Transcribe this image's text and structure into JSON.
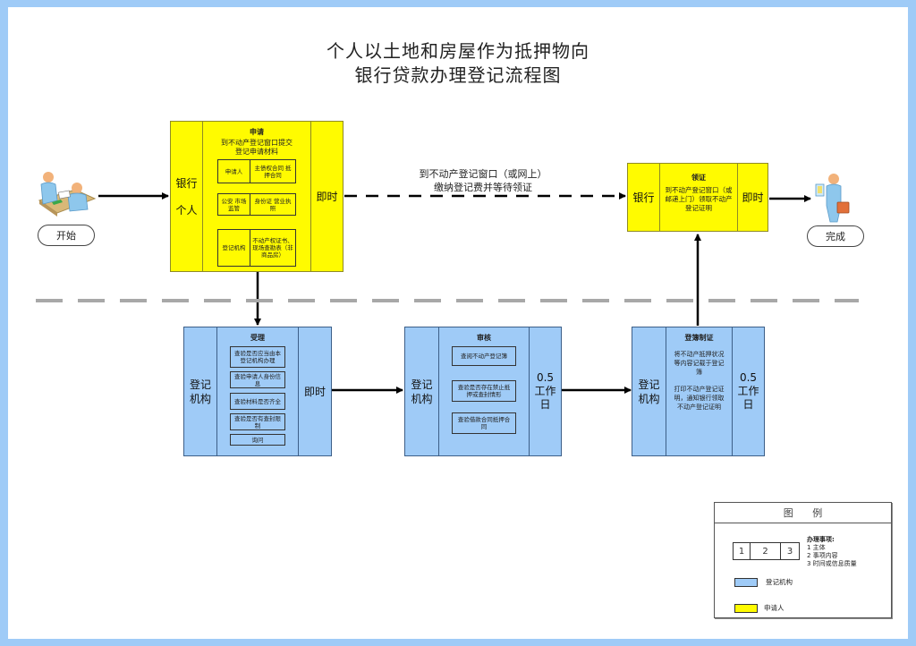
{
  "title": {
    "line1": "个人以土地和房屋作为抵押物向",
    "line2": "银行贷款办理登记流程图"
  },
  "start": {
    "label": "开始",
    "icon": "people-meeting-icon"
  },
  "end": {
    "label": "完成",
    "icon": "person-with-briefcase-icon"
  },
  "stages": {
    "apply": {
      "subject_line1": "银行",
      "subject_line2": "个人",
      "title": "申请",
      "desc_line1": "到不动产登记窗口提交",
      "desc_line2": "登记申请材料",
      "time": "即时",
      "materials": [
        {
          "source": "申请人",
          "items": "主债权合同 抵押合同"
        },
        {
          "source": "公安 市场监管",
          "items": "身份证 营业执照"
        },
        {
          "source": "登记机构",
          "items": "不动产权证书、现场查勘表（非商品房）"
        }
      ]
    },
    "accept": {
      "subject": "登记机构",
      "title": "受理",
      "time": "即时",
      "items": [
        "查验是否应当由本登记机构办理",
        "查验申请人身份信息",
        "查验材料是否齐全",
        "查验是否有查封限制",
        "询问"
      ]
    },
    "review": {
      "subject": "登记机构",
      "title": "审核",
      "time": "0.5工作日",
      "items": [
        "查阅不动产登记簿",
        "查验是否存在禁止抵押或查封情形",
        "查验借款合同抵押合同"
      ]
    },
    "record": {
      "subject": "登记机构",
      "title": "登簿制证",
      "time": "0.5工作日",
      "para1": "将不动产抵押状况等内容记载于登记簿",
      "para2": "打印不动产登记证明，通知银行领取不动产登记证明"
    },
    "collect": {
      "subject": "银行",
      "title": "领证",
      "desc": "到不动产登记窗口（或邮递上门）领取不动产登记证明",
      "time": "即时"
    }
  },
  "connectors": {
    "dashed_label_line1": "到不动产登记窗口（或网上）",
    "dashed_label_line2": "缴纳登记费并等待领证"
  },
  "legend": {
    "title": "图 例",
    "cells": [
      "1",
      "2",
      "3"
    ],
    "notes_title": "办理事项:",
    "notes": [
      "1 主体",
      "2 事项内容",
      "3 时间或信息质量"
    ],
    "swatches": [
      {
        "label": "登记机构",
        "color": "#9fcbf7"
      },
      {
        "label": "申请人",
        "color": "#fffb00"
      }
    ]
  },
  "colors": {
    "applicant_yellow": "#fffb00",
    "agency_blue": "#9fcbf7",
    "frame_blue": "#9fcbf7"
  }
}
